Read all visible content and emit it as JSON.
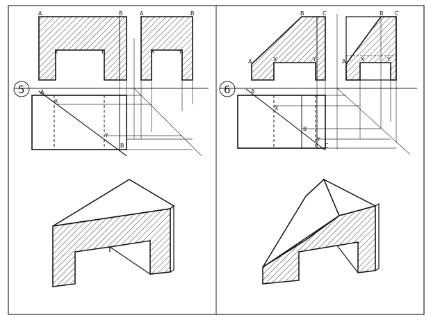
{
  "panel_5": {
    "number": "5",
    "labels": {
      "a_top": "A",
      "b_top": "B",
      "a_side": "A",
      "b_side": "B",
      "x_front": "X",
      "y_front": "Y",
      "x_side": "X",
      "y_side": "Y",
      "a_plan": "A",
      "x_plan": "X",
      "y_plan": "Y",
      "b_plan": "B"
    }
  },
  "panel_6": {
    "number": "6",
    "labels": {
      "b_top": "B",
      "c_top": "C",
      "b_side": "B",
      "c_side": "C",
      "a_front": "A",
      "x_front": "X",
      "y_front": "Y",
      "a_side": "A",
      "x_side": "X",
      "y_side": "Y",
      "a_plan": "A",
      "x_plan": "X",
      "b_plan": "B",
      "y_plan": "Y",
      "c_plan": "C"
    }
  }
}
